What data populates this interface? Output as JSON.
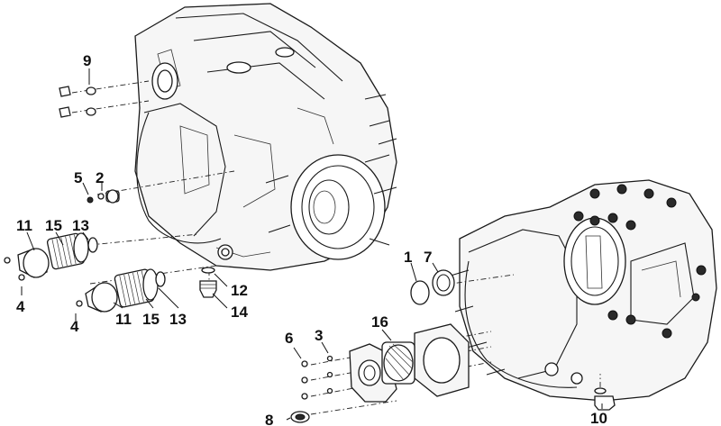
{
  "callouts": {
    "n1": "1",
    "n2": "2",
    "n3": "3",
    "n4a": "4",
    "n4b": "4",
    "n5": "5",
    "n6": "6",
    "n7": "7",
    "n8": "8",
    "n9": "9",
    "n10": "10",
    "n11a": "11",
    "n11b": "11",
    "n12": "12",
    "n13a": "13",
    "n13b": "13",
    "n14": "14",
    "n15a": "15",
    "n15b": "15",
    "n16": "16"
  },
  "colors": {
    "ink": "#111111",
    "paper": "#ffffff",
    "shade": "#f6f6f6"
  }
}
